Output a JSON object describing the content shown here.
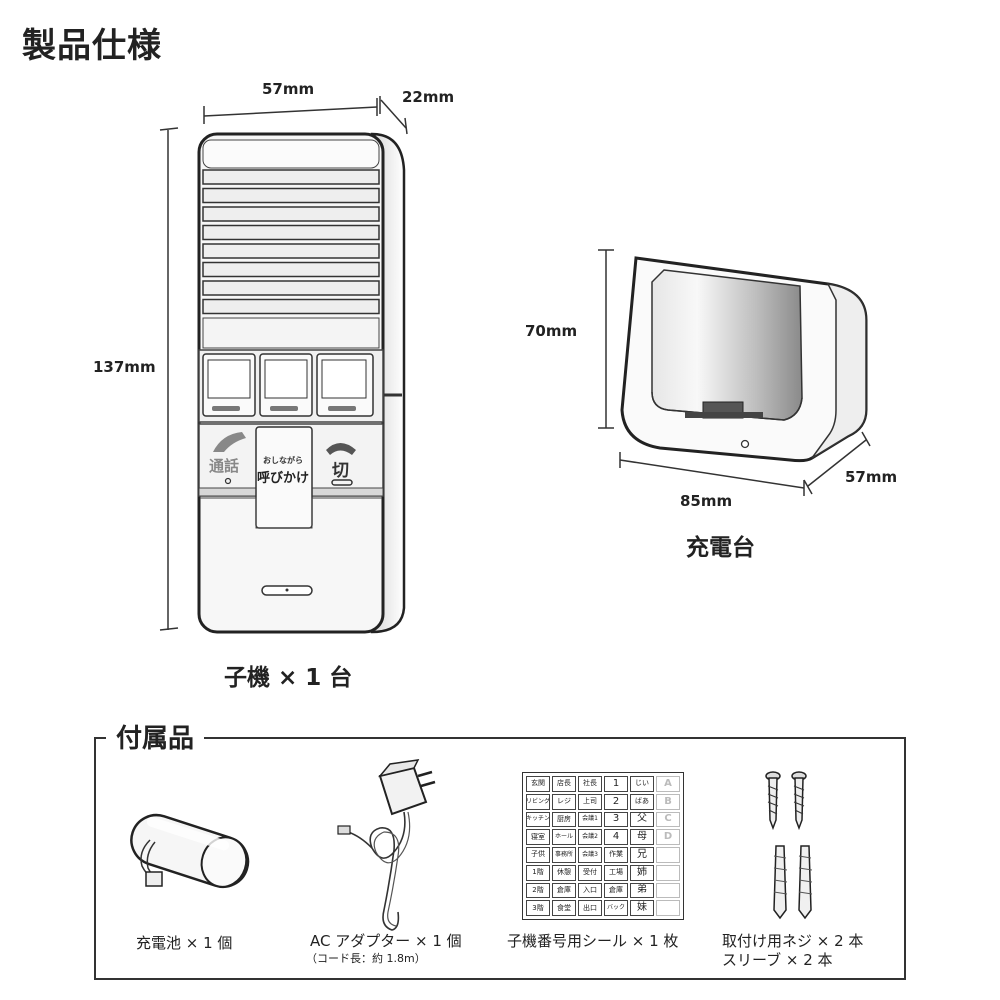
{
  "title": "製品仕様",
  "handset": {
    "width_label": "57mm",
    "depth_label": "22mm",
    "height_label": "137mm",
    "btn_talk": "通話",
    "btn_call_small": "おしながら",
    "btn_call": "呼びかけ",
    "btn_off": "切",
    "caption": "子機 × 1 台"
  },
  "charger": {
    "height_label": "70mm",
    "width_label": "85mm",
    "depth_label": "57mm",
    "caption": "充電台"
  },
  "accessories": {
    "title": "付属品",
    "battery_label": "充電池 × 1 個",
    "adapter_label": "AC アダプター × 1 個",
    "adapter_sub": "（コード長：約 1.8m）",
    "sticker_label": "子機番号用シール × 1 枚",
    "screw_label_1": "取付け用ネジ × 2 本",
    "screw_label_2": "スリーブ × 2 本"
  },
  "sticker_sheet": {
    "rows": [
      [
        "玄関",
        "店長",
        "社長",
        "1",
        "じい",
        "A"
      ],
      [
        "リビング",
        "レジ",
        "上司",
        "2",
        "ばあ",
        "B"
      ],
      [
        "キッチン",
        "厨房",
        "会議1",
        "3",
        "父",
        "C"
      ],
      [
        "寝室",
        "ホール",
        "会議2",
        "4",
        "母",
        "D"
      ],
      [
        "子供",
        "事務所",
        "会議3",
        "作業",
        "兄",
        ""
      ],
      [
        "1階",
        "休憩",
        "受付",
        "工場",
        "姉",
        ""
      ],
      [
        "2階",
        "倉庫",
        "入口",
        "倉庫",
        "弟",
        ""
      ],
      [
        "3階",
        "食堂",
        "出口",
        "バック",
        "妹",
        ""
      ]
    ]
  }
}
